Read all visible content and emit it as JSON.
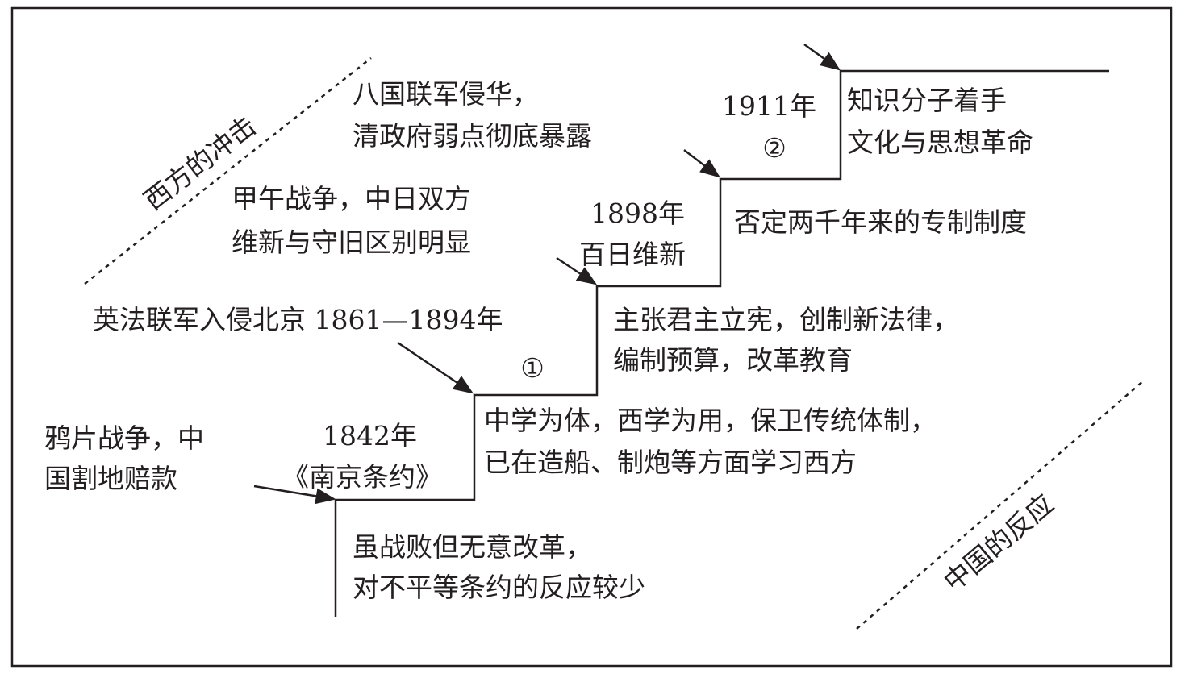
{
  "axis_labels": {
    "west_impact": "西方的冲击",
    "china_response": "中国的反应"
  },
  "stages": [
    {
      "id": "1842",
      "year": "1842年",
      "event": "《南京条约》",
      "impact": [
        "鸦片战争，中",
        "国割地赔款"
      ],
      "response": [
        "虽战败但无意改革，",
        "对不平等条约的反应较少"
      ]
    },
    {
      "id": "1861",
      "year": "英法联军入侵北京 1861—1894年",
      "event": "①",
      "response": [
        "中学为体，西学为用，保卫传统体制，",
        "已在造船、制炮等方面学习西方"
      ]
    },
    {
      "id": "1898",
      "year": "1898年",
      "event": "百日维新",
      "impact": [
        "甲午战争，中日双方",
        "维新与守旧区别明显"
      ],
      "response": [
        "主张君主立宪，创制新法律，",
        "编制预算，改革教育"
      ]
    },
    {
      "id": "1911",
      "year": "1911年",
      "event": "②",
      "impact": [
        "八国联军侵华，",
        "清政府弱点彻底暴露"
      ],
      "response": [
        "否定两千年来的专制制度"
      ]
    },
    {
      "id": "next",
      "response": [
        "知识分子着手",
        "文化与思想革命"
      ]
    }
  ]
}
